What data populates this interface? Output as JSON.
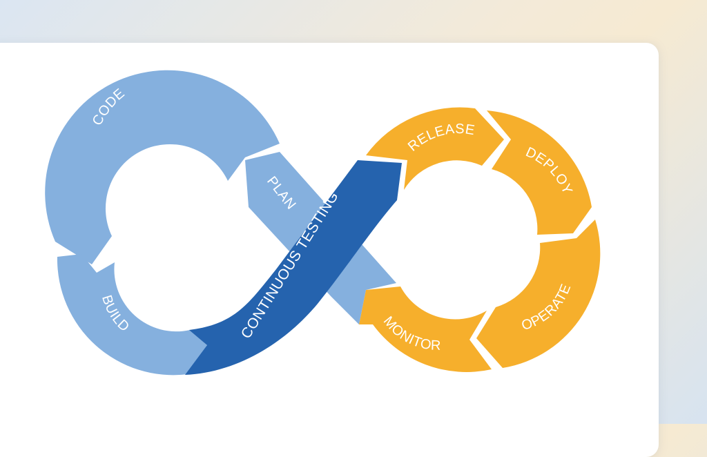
{
  "diagram": {
    "stages": {
      "code": "CODE",
      "build": "BUILD",
      "plan": "PLAN",
      "continuous_testing": "CONTINUOUS TESTING",
      "release": "RELEASE",
      "deploy": "DEPLOY",
      "operate": "OPERATE",
      "monitor": "MONITOR"
    },
    "colors": {
      "light_blue": "#85b0de",
      "dark_blue": "#2563ae",
      "orange": "#f6af2c",
      "background": "#ffffff"
    }
  }
}
